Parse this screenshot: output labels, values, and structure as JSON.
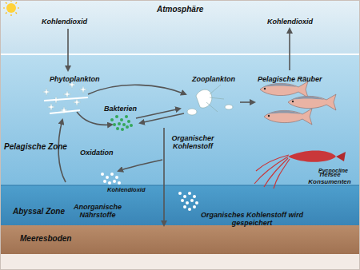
{
  "diagram": {
    "nodes": [
      {
        "text": [
          "Atmosphäre"
        ]
      },
      {
        "text": [
          "Pelagische Zone"
        ]
      },
      {
        "text": [
          "Abyssal Zone"
        ]
      },
      {
        "text": [
          "Meeresboden"
        ]
      }
    ],
    "labels": [
      "Kohlendioxid",
      "Kohlendioxid",
      "Phytoplankton",
      "Zooplankton",
      "Pelagische Räuber",
      "Bakterien",
      "Pycnocline",
      "Oxidation",
      "Organischer Kohlenstoff",
      "Tiefsee Konsumenten",
      "Kohlendioxid",
      "Anorganische Nährstoffe",
      "Organisches Kohlenstoff wird gespeichert"
    ]
  }
}
